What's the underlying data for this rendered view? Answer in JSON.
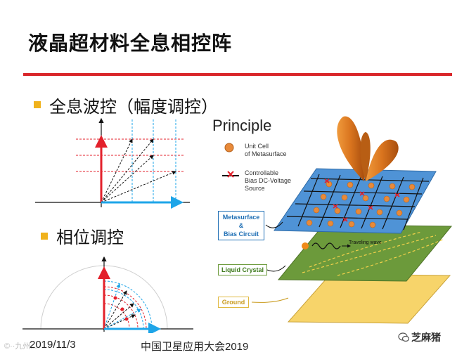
{
  "slide": {
    "title": "液晶超材料全息相控阵",
    "bullets": [
      {
        "text": "全息波控（幅度调控）"
      },
      {
        "text": "相位调控"
      }
    ]
  },
  "figure": {
    "principle_label": "Principle",
    "legend": {
      "unit_cell": "Unit Cell\nof Metasurface",
      "bias": "Controllable\nBias DC-Voltage\nSource"
    },
    "layers": {
      "metasurface": "Metasurface\n&\nBias Circuit",
      "liquid_crystal": "Liquid Crystal",
      "ground": "Ground"
    },
    "wave_label": "Traveling wave"
  },
  "footer": {
    "date": "2019/11/3",
    "conference": "中国卫星应用大会2019"
  },
  "watermark": {
    "left": "©··九州...",
    "right": "芝麻猪"
  },
  "colors": {
    "accent_red": "#d9262a",
    "bullet_gold": "#f0b21c",
    "arrow_red": "#e3212b",
    "arrow_blue": "#1ea5e8",
    "metasurface_blue": "#4f93d6",
    "lc_green": "#6c9a3b",
    "ground_yellow": "#f7d46a",
    "lobe_orange": "#d9741e"
  }
}
